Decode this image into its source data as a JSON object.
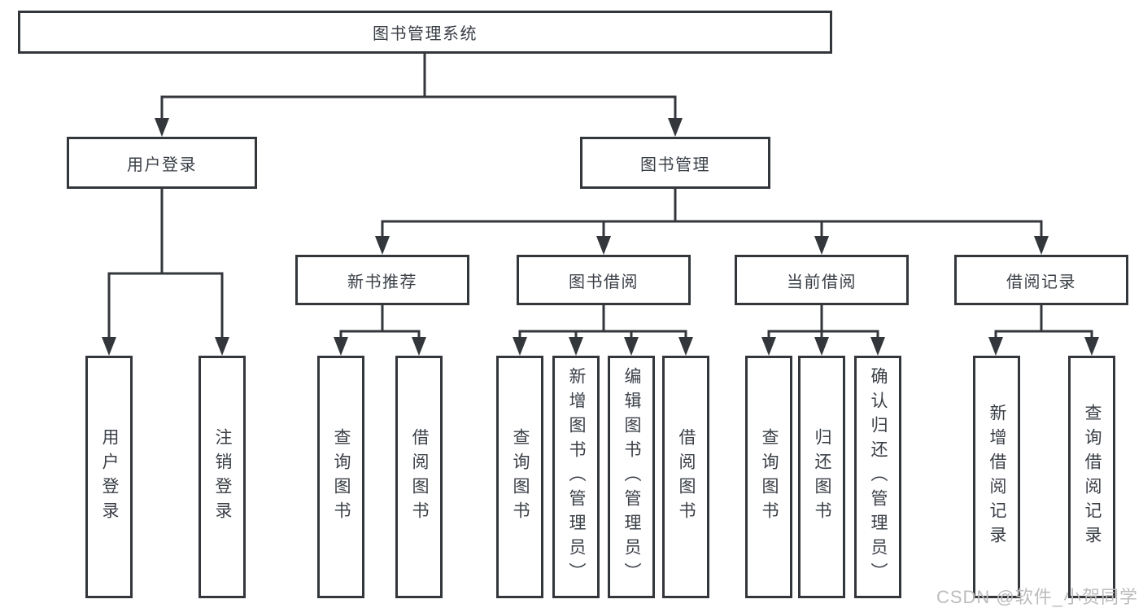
{
  "diagram": {
    "root": "图书管理系统",
    "branches": [
      {
        "label": "用户登录",
        "children": [
          "用户登录",
          "注销登录"
        ]
      },
      {
        "label": "图书管理",
        "children": [
          {
            "label": "新书推荐",
            "children": [
              "查询图书",
              "借阅图书"
            ]
          },
          {
            "label": "图书借阅",
            "children": [
              "查询图书",
              "新增图书（管理员）",
              "编辑图书（管理员）",
              "借阅图书"
            ]
          },
          {
            "label": "当前借阅",
            "children": [
              "查询图书",
              "归还图书",
              "确认归还（管理员）"
            ]
          },
          {
            "label": "借阅记录",
            "children": [
              "新增借阅记录",
              "查询借阅记录"
            ]
          }
        ]
      }
    ]
  },
  "watermark": "CSDN @软件_小贺同学",
  "colors": {
    "line": "#33363b",
    "text": "#3a3f46",
    "watermark": "#bcbcbc",
    "background": "#ffffff"
  }
}
